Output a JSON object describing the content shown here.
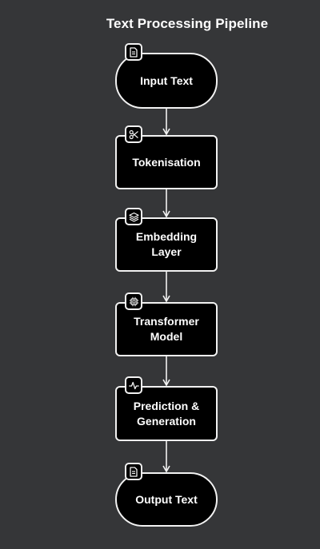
{
  "title": "Text Processing Pipeline",
  "nodes": [
    {
      "label": "Input Text",
      "shape": "terminal",
      "icon": "document-icon"
    },
    {
      "label": "Tokenisation",
      "shape": "process",
      "icon": "scissors-icon"
    },
    {
      "label": "Embedding Layer",
      "shape": "process",
      "icon": "layers-icon"
    },
    {
      "label": "Transformer Model",
      "shape": "process",
      "icon": "chip-icon"
    },
    {
      "label": "Prediction & Generation",
      "shape": "process",
      "icon": "activity-icon"
    },
    {
      "label": "Output Text",
      "shape": "terminal",
      "icon": "document-icon"
    }
  ],
  "colors": {
    "background": "#353638",
    "node_fill": "#000000",
    "stroke": "#f2f2f2",
    "text": "#ffffff"
  }
}
